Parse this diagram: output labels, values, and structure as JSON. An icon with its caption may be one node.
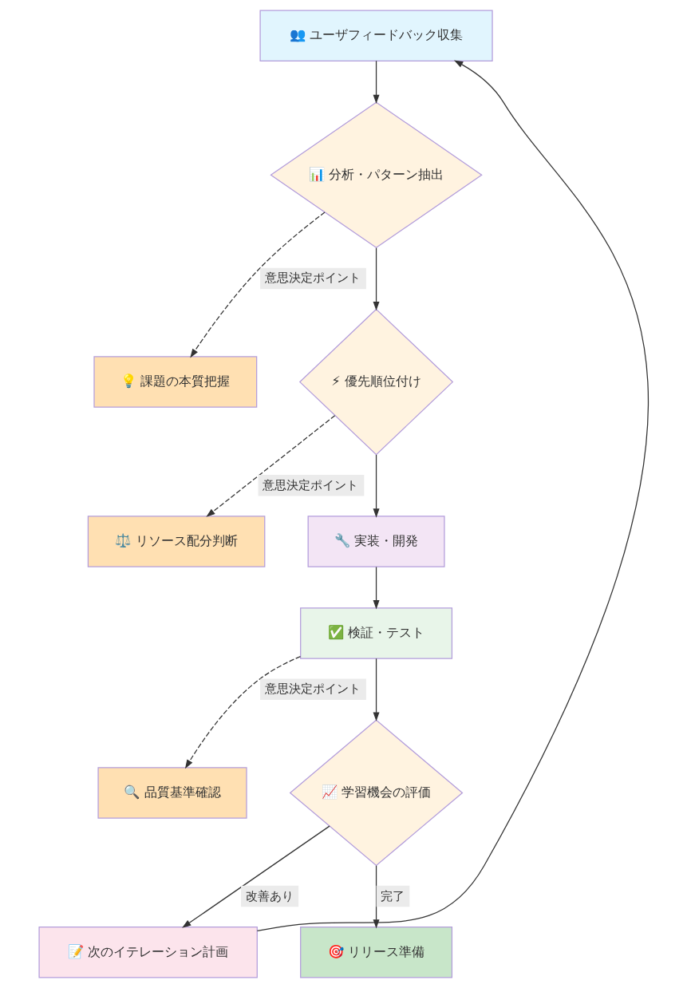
{
  "diagram": {
    "nodes": [
      {
        "text": [
          "👥 ユーザフィードバック収集"
        ]
      },
      {
        "text": [
          "📊 分析・パターン抽出"
        ]
      },
      {
        "text": [
          "💡 課題の本質把握"
        ]
      },
      {
        "text": [
          "⚡ 優先順位付け"
        ]
      },
      {
        "text": [
          "⚖️ リソース配分判断"
        ]
      },
      {
        "text": [
          "🔧 実装・開発"
        ]
      },
      {
        "text": [
          "✅ 検証・テスト"
        ]
      },
      {
        "text": [
          "🔍 品質基準確認"
        ]
      },
      {
        "text": [
          "📈 学習機会の評価"
        ]
      },
      {
        "text": [
          "📝 次のイテレーション計画"
        ]
      },
      {
        "text": [
          "🎯 リリース準備"
        ]
      }
    ],
    "edges": [
      {
        "from": 0,
        "to": 1,
        "arrow": "to"
      },
      {
        "from": 1,
        "to": 2,
        "arrow": "to",
        "label": "意思決定ポイント",
        "style": "dashed"
      },
      {
        "from": 1,
        "to": 3,
        "arrow": "to"
      },
      {
        "from": 3,
        "to": 4,
        "arrow": "to",
        "label": "意思決定ポイント",
        "style": "dashed"
      },
      {
        "from": 3,
        "to": 5,
        "arrow": "to"
      },
      {
        "from": 5,
        "to": 6,
        "arrow": "to"
      },
      {
        "from": 6,
        "to": 7,
        "arrow": "to",
        "label": "意思決定ポイント",
        "style": "dashed"
      },
      {
        "from": 6,
        "to": 8,
        "arrow": "to"
      },
      {
        "from": 8,
        "to": 9,
        "arrow": "to",
        "label": "改善あり"
      },
      {
        "from": 8,
        "to": 10,
        "arrow": "to",
        "label": "完了"
      },
      {
        "from": 9,
        "to": 0,
        "arrow": "to"
      }
    ]
  }
}
